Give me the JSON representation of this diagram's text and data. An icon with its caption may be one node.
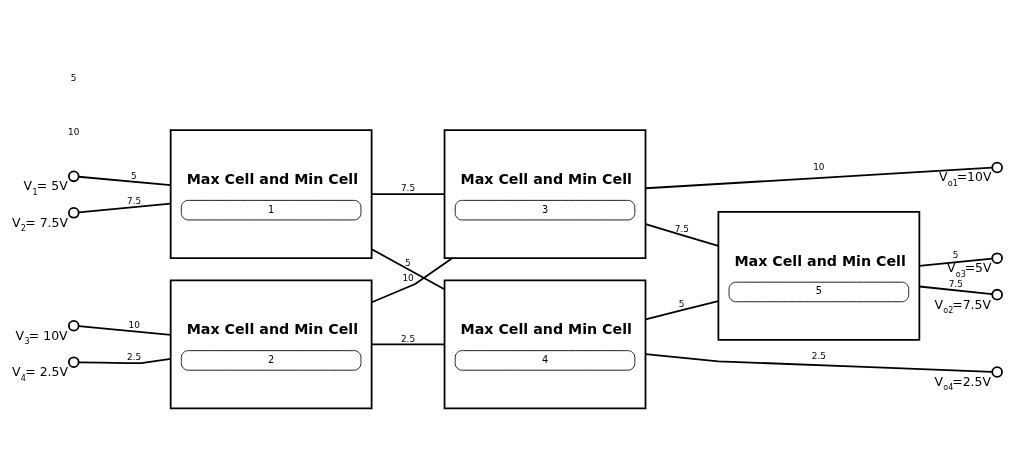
{
  "diagram": {
    "nodes": [
      {
        "text": [],
        "shape": "circle",
        "beside": [
          "V$_{1}$= 5V"
        ]
      },
      {
        "text": [],
        "shape": "circle",
        "beside": [
          "V$_{2}$= 7.5V"
        ]
      },
      {
        "text": [],
        "shape": "circle",
        "beside": [
          "V$_{3}$= 10V"
        ]
      },
      {
        "text": [],
        "shape": "circle",
        "beside": [
          "V$_{4}$= 2.5V"
        ]
      },
      {
        "text": [
          "Max Cell and Min Cell",
          "1"
        ]
      },
      {
        "text": [
          "Max Cell and Min Cell",
          "2"
        ]
      },
      {
        "text": [
          "Max Cell and Min Cell",
          "3"
        ]
      },
      {
        "text": [
          "Max Cell and Min Cell",
          "4"
        ]
      },
      {
        "text": [
          "Max Cell and Min Cell",
          "5"
        ]
      },
      {
        "text": [],
        "shape": "circle",
        "beside": [
          "V$_{o1}$=10V"
        ]
      },
      {
        "text": [],
        "shape": "circle",
        "beside": [
          "V$_{o2}$=7.5V"
        ]
      },
      {
        "text": [],
        "shape": "circle",
        "beside": [
          "V$_{o3}$=5V"
        ]
      },
      {
        "text": [],
        "shape": "circle",
        "beside": [
          "V$_{o4}$=2.5V"
        ]
      }
    ],
    "edges": [
      {
        "from": 0,
        "to": 4,
        "arrow": "none",
        "label": "5"
      },
      {
        "from": 1,
        "to": 4,
        "arrow": "none",
        "label": "7.5"
      },
      {
        "from": 2,
        "to": 5,
        "arrow": "none",
        "label": "10"
      },
      {
        "from": 3,
        "to": 5,
        "arrow": "none",
        "label": "2.5"
      },
      {
        "from": 4,
        "to": 6,
        "arrow": "none",
        "label": "7.5"
      },
      {
        "from": 4,
        "to": 7,
        "arrow": "none",
        "label": "5"
      },
      {
        "from": 5,
        "to": 6,
        "arrow": "none",
        "label": "10"
      },
      {
        "from": 5,
        "to": 7,
        "arrow": "none",
        "label": "2.5"
      },
      {
        "from": 6,
        "to": 9,
        "arrow": "none",
        "label": "10"
      },
      {
        "from": 6,
        "to": 8,
        "arrow": "none",
        "label": "7.5"
      },
      {
        "from": 7,
        "to": 8,
        "arrow": "none",
        "label": "5"
      },
      {
        "from": 7,
        "to": 12,
        "arrow": "none",
        "label": "2.5"
      },
      {
        "from": 8,
        "to": 10,
        "arrow": "none",
        "label": "7.5"
      },
      {
        "from": 8,
        "to": 11,
        "arrow": "none",
        "label": "5"
      }
    ],
    "labels": [
      "10",
      "5"
    ]
  }
}
